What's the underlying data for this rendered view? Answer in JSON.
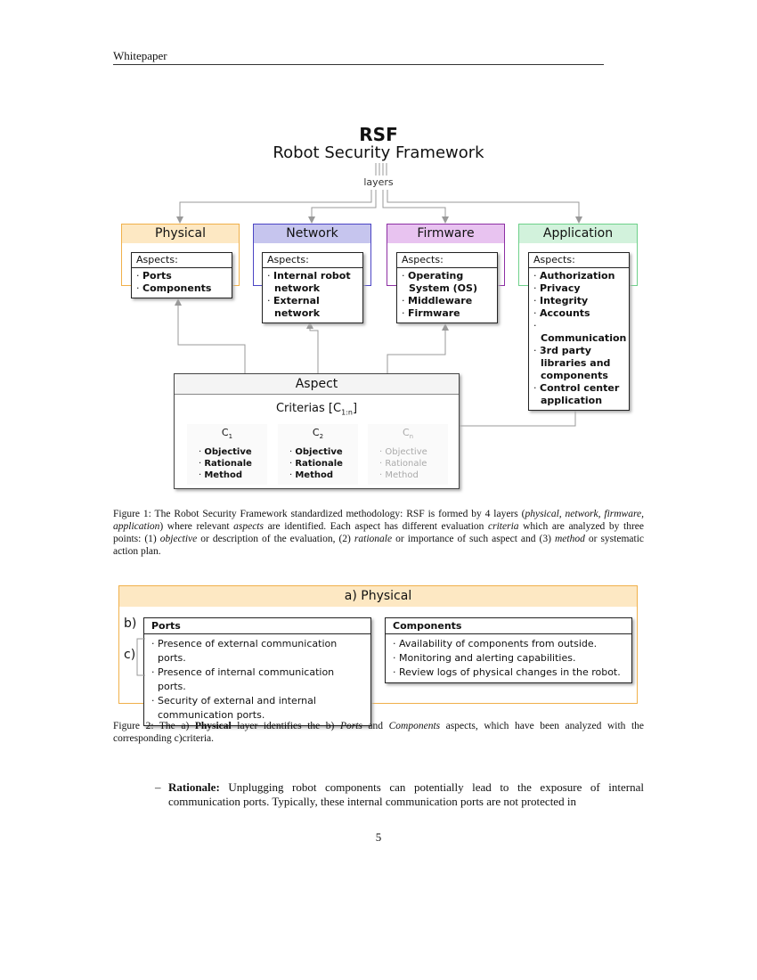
{
  "header": {
    "text": "Whitepaper"
  },
  "figure1": {
    "title": "RSF",
    "subtitle": "Robot Security Framework",
    "layers_label": "layers",
    "layers": [
      {
        "name": "Physical",
        "border": "#f0b04a",
        "fill": "#fde8c3",
        "aspects_label": "Aspects:",
        "aspects": [
          "Ports",
          "Components"
        ]
      },
      {
        "name": "Network",
        "border": "#4b45c4",
        "fill": "#c6c5ee",
        "aspects_label": "Aspects:",
        "aspects": [
          "Internal robot network",
          "External network"
        ]
      },
      {
        "name": "Firmware",
        "border": "#8d2fa3",
        "fill": "#e8c3f0",
        "aspects_label": "Aspects:",
        "aspects": [
          "Operating System (OS)",
          "Middleware",
          "Firmware"
        ]
      },
      {
        "name": "Application",
        "border": "#6ed08a",
        "fill": "#d2f2dc",
        "aspects_label": "Aspects:",
        "aspects": [
          "Authorization",
          "Privacy",
          "Integrity",
          "Accounts",
          "Communication",
          "3rd party libraries and components",
          "Control center application"
        ]
      }
    ],
    "aspect_box": {
      "title": "Aspect",
      "criterias_label": "Criterias",
      "criterias_subscript": "1:n",
      "criteria": [
        {
          "name": "C",
          "sub": "1",
          "items": [
            "Objective",
            "Rationale",
            "Method"
          ],
          "faded": false
        },
        {
          "name": "C",
          "sub": "2",
          "items": [
            "Objective",
            "Rationale",
            "Method"
          ],
          "faded": false
        },
        {
          "name": "C",
          "sub": "n",
          "items": [
            "Objective",
            "Rationale",
            "Method"
          ],
          "faded": true
        }
      ]
    }
  },
  "caption1": {
    "label": "Figure 1:",
    "t1": " The Robot Security Framework standardized methodology: RSF is formed by 4 layers (",
    "i1": "physical, network, firmware, application",
    "t2": ") where relevant ",
    "i2": "aspects",
    "t3": " are identified.  Each aspect has different evaluation ",
    "i3": "criteria",
    "t4": " which are analyzed by three points: (1) ",
    "i4": "objective",
    "t5": " or description of the evaluation, (2) ",
    "i5": "rationale",
    "t6": " or importance of such aspect and (3) ",
    "i6": "method",
    "t7": " or systematic action plan."
  },
  "figure2": {
    "header_prefix": "a)",
    "header_title": "Physical",
    "label_b": "b)",
    "label_c": "c)",
    "ports": {
      "title": "Ports",
      "items": [
        "Presence of external communication ports.",
        "Presence of internal communication ports.",
        "Security of external and internal communication ports."
      ]
    },
    "components": {
      "title": "Components",
      "items": [
        "Availability of components from outside.",
        "Monitoring and alerting capabilities.",
        "Review logs of physical changes in the robot."
      ]
    }
  },
  "caption2": {
    "label": "Figure 2:",
    "t1": "  The a) ",
    "b1": "Physical",
    "t2": " layer identifies the b) ",
    "i1": "Ports",
    "t3": " and ",
    "i2": "Components",
    "t4": " aspects, which have been analyzed with the corresponding c)criteria."
  },
  "body": {
    "dash": "–",
    "label": "Rationale:",
    "text": "  Unplugging robot components can potentially lead to the exposure of internal communication ports.  Typically, these internal communication ports are not protected in"
  },
  "page_number": "5"
}
